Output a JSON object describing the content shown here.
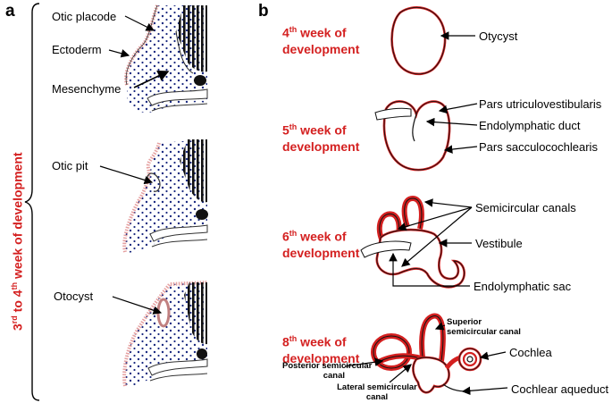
{
  "panel_a": {
    "letter": "a",
    "vertical_label": {
      "p1": "3",
      "s1": "rd",
      "p2": " to 4",
      "s2": "th",
      "p3": " week of development"
    },
    "stage1": {
      "otic_placode": "Otic placode",
      "ectoderm": "Ectoderm",
      "mesenchyme": "Mesenchyme"
    },
    "stage2": {
      "otic_pit": "Otic pit"
    },
    "stage3": {
      "otocyst": "Otocyst"
    }
  },
  "panel_b": {
    "letter": "b",
    "week4": {
      "num": "4",
      "sup": "th",
      "line1_rest": " week of",
      "line2": "development",
      "otycyst": "Otycyst"
    },
    "week5": {
      "num": "5",
      "sup": "th",
      "line1_rest": " week of",
      "line2": "development",
      "pars_utriculovestibularis": "Pars utriculovestibularis",
      "endolymphatic_duct": "Endolymphatic duct",
      "pars_sacculocochlearis": "Pars sacculocochlearis"
    },
    "week6": {
      "num": "6",
      "sup": "th",
      "line1_rest": " week of",
      "line2": "development",
      "semicircular_canals": "Semicircular canals",
      "vestibule": "Vestibule",
      "endolymphatic_sac": "Endolymphatic sac"
    },
    "week8": {
      "num": "8",
      "sup": "th",
      "line1_rest": " week of",
      "line2": "development",
      "superior_1": "Superior",
      "superior_2": "semicircular canal",
      "cochlea": "Cochlea",
      "posterior_1": "Posterior semicircular",
      "posterior_2": "canal",
      "lateral_1": "Lateral semicircular",
      "lateral_2": "canal",
      "cochlear_aqueduct": "Cochlear aqueduct"
    }
  },
  "colors": {
    "accent_red": "#d42020",
    "dots": "#1a2a80",
    "ectoderm_pink": "#e5a0a0"
  }
}
